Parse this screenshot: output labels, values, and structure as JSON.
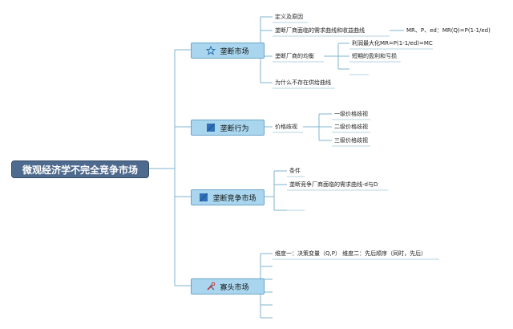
{
  "root": {
    "label": "微观经济学不完全竞争市场"
  },
  "topics": [
    {
      "label": "垄断市场",
      "icon": "star-icon",
      "items": [
        {
          "label": "定义及原因"
        },
        {
          "label": "垄断厂商面临的需求曲线和收益曲线",
          "detail": "MR、P、ed：MR(Q)=P(1-1/ed)"
        },
        {
          "label": "垄断厂商的均衡",
          "sub": [
            "利润最大化MR=P(1-1/ed)=MC",
            "短期的盈利和亏损",
            ""
          ]
        },
        {
          "label": "为什么不存在供给曲线"
        }
      ]
    },
    {
      "label": "垄断行为",
      "icon": "flag-icon",
      "items": [
        {
          "label": "价格歧视",
          "sub": [
            "一级价格歧视",
            "二级价格歧视",
            "三级价格歧视"
          ]
        }
      ]
    },
    {
      "label": "垄断竞争市场",
      "icon": "flag-icon",
      "items": [
        {
          "label": "条件"
        },
        {
          "label": "垄断竞争厂商面临的需求曲线-d与D"
        },
        {
          "label": ""
        }
      ]
    },
    {
      "label": "寡头市场",
      "icon": "tools-icon",
      "items": [
        {
          "label": "维度一：决策变量（Q,P）  维度二：先后顺序（同时，先后）"
        },
        {
          "label": ""
        },
        {
          "label": ""
        },
        {
          "label": ""
        },
        {
          "label": ""
        },
        {
          "label": ""
        }
      ]
    }
  ]
}
